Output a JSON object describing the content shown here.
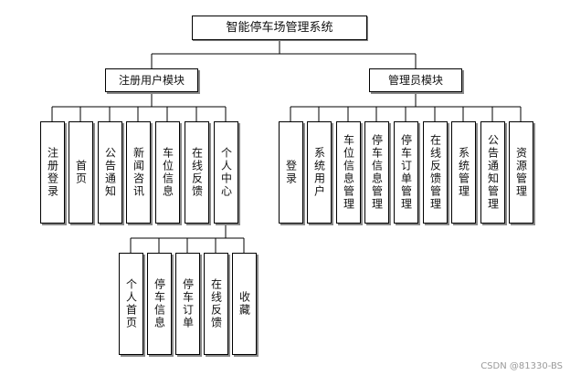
{
  "root": "智能停车场管理系统",
  "modules": [
    {
      "label": "注册用户模块",
      "children": [
        "注册登录",
        "首页",
        "公告通知",
        "新闻咨讯",
        "车位信息",
        "在线反馈",
        "个人中心"
      ],
      "sub": [
        "个人首页",
        "停车信息",
        "停车订单",
        "在线反馈",
        "收藏"
      ]
    },
    {
      "label": "管理员模块",
      "children": [
        "登录",
        "系统用户",
        "车位信息管理",
        "停车信息管理",
        "停车订单管理",
        "在线反馈管理",
        "系统管理",
        "公告通知管理",
        "资源管理"
      ]
    }
  ],
  "watermark": "CSDN @81330-BS"
}
